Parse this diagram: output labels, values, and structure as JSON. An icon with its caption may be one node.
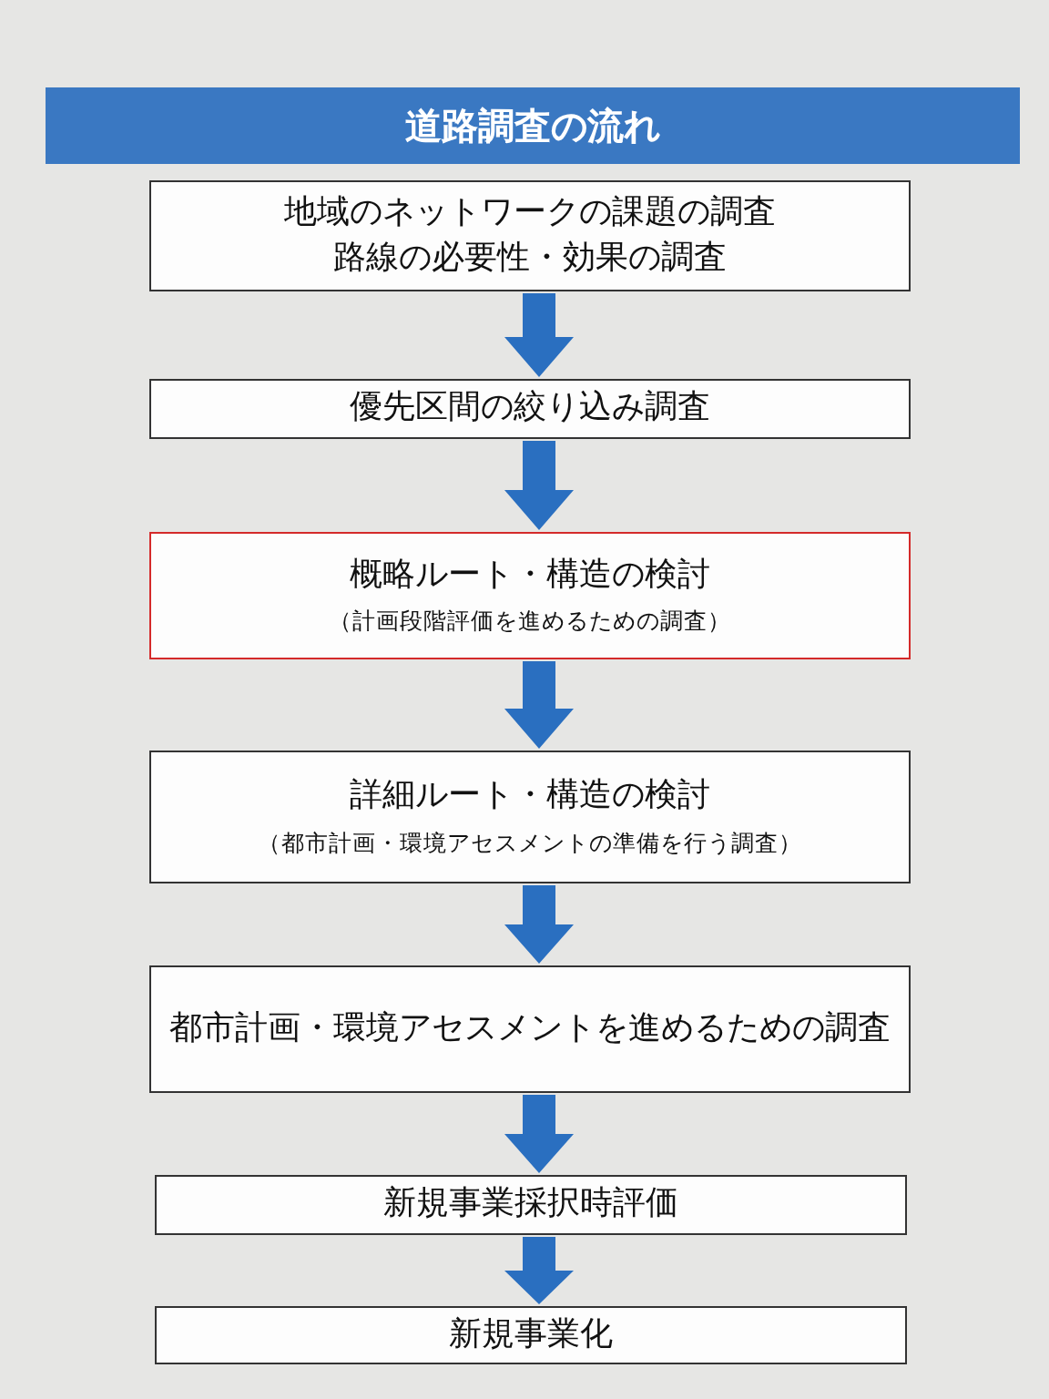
{
  "diagram": {
    "title": "道路調査の流れ",
    "nodes": [
      {
        "text": [
          "地域のネットワークの課題の調査",
          "路線の必要性・効果の調査"
        ]
      },
      {
        "text": [
          "優先区間の絞り込み調査"
        ]
      },
      {
        "text": [
          "概略ルート・構造の検討",
          "（計画段階評価を進めるための調査）"
        ]
      },
      {
        "text": [
          "詳細ルート・構造の検討",
          "（都市計画・環境アセスメントの準備を行う調査）"
        ]
      },
      {
        "text": [
          "都市計画・環境アセスメントを進めるための調査"
        ]
      },
      {
        "text": [
          "新規事業採択時評価"
        ]
      },
      {
        "text": [
          "新規事業化"
        ]
      }
    ],
    "edges": [
      {
        "from": 0,
        "to": 1,
        "arrow": "to"
      },
      {
        "from": 1,
        "to": 2,
        "arrow": "to"
      },
      {
        "from": 2,
        "to": 3,
        "arrow": "to"
      },
      {
        "from": 3,
        "to": 4,
        "arrow": "to"
      },
      {
        "from": 4,
        "to": 5,
        "arrow": "to"
      },
      {
        "from": 5,
        "to": 6,
        "arrow": "to"
      }
    ]
  }
}
